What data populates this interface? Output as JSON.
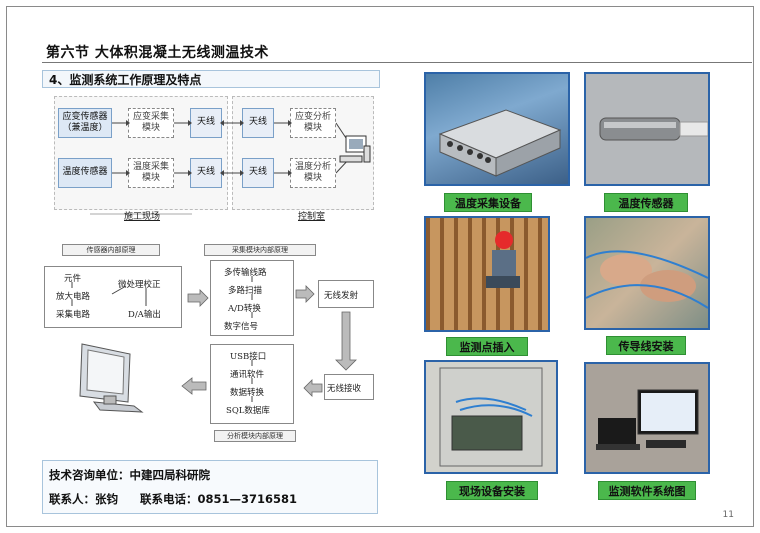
{
  "page": {
    "title": "第六节    大体积混凝土无线测温技术",
    "section_heading": "4、监测系统工作原理及特点",
    "page_number": "11"
  },
  "diagram1": {
    "sensor_strain": "应变传感器（兼温度）",
    "strain_module": "应变采集模块",
    "antenna": "天线",
    "strain_analysis": "应变分析模块",
    "sensor_temp": "温度传感器",
    "temp_module": "温度采集模块",
    "temp_analysis": "温度分析模块",
    "zone_site": "施工现场",
    "zone_control": "控制室"
  },
  "diagram2": {
    "hdr_sensor": "传感器内部原理",
    "hdr_collect": "采集模块内部原理",
    "hdr_analysis": "分析模块内部原理",
    "sensor_items": [
      "元件",
      "放大电路",
      "采集电路"
    ],
    "micro": "微处理校正",
    "da_out": "D/A输出",
    "collect_items": [
      "多传输线路",
      "多路扫描",
      "A/D转换",
      "数字信号"
    ],
    "wireless_tx": "无线发射",
    "wireless_rx": "无线接收",
    "analysis_items": [
      "USB接口",
      "通讯软件",
      "数据转换",
      "SQL数据库"
    ]
  },
  "photos": [
    {
      "caption": "温度采集设备"
    },
    {
      "caption": "温度传感器"
    },
    {
      "caption": "监测点插入"
    },
    {
      "caption": "传导线安装"
    },
    {
      "caption": "现场设备安装"
    },
    {
      "caption": "监测软件系统图"
    }
  ],
  "contact": {
    "unit_label": "技术咨询单位：中建四局科研院",
    "person": "联系人：张钧",
    "phone": "联系电话：0851—3716581"
  }
}
